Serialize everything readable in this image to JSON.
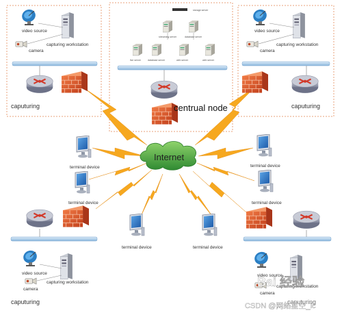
{
  "network": {
    "internet_label": "Internet",
    "central_label": "centrual node",
    "capture_left_top": {
      "video_source": "video source",
      "camera": "camera",
      "workstation": "capturing workstation",
      "title": "caputuring"
    },
    "capture_right_top": {
      "video_source": "video source",
      "camera": "camera",
      "workstation": "capturing workstation",
      "title": "caputuring"
    },
    "capture_left_bottom": {
      "video_source": "video source",
      "camera": "camera",
      "workstation": "capturing workstation",
      "title": "caputuring"
    },
    "capture_right_bottom": {
      "video_source": "video source",
      "camera": "camera",
      "workstation": "capturing workstation",
      "title": "caputuring"
    },
    "terminal_label": "terminal device",
    "central_servers": [
      "storage server",
      "streaming server",
      "database server",
      "live server",
      "database server",
      "web server",
      "web server"
    ],
    "colors": {
      "router_body": "#8a8fa8",
      "firewall": "#e0572b",
      "bolt": "#f6a81f",
      "cloud": "#2f9a3c",
      "bus": "#9fc3e3",
      "dash": "#e8a07a"
    }
  },
  "watermark": {
    "brand": "Bai 经验",
    "caption": "CSDN @网络星空_lc"
  }
}
